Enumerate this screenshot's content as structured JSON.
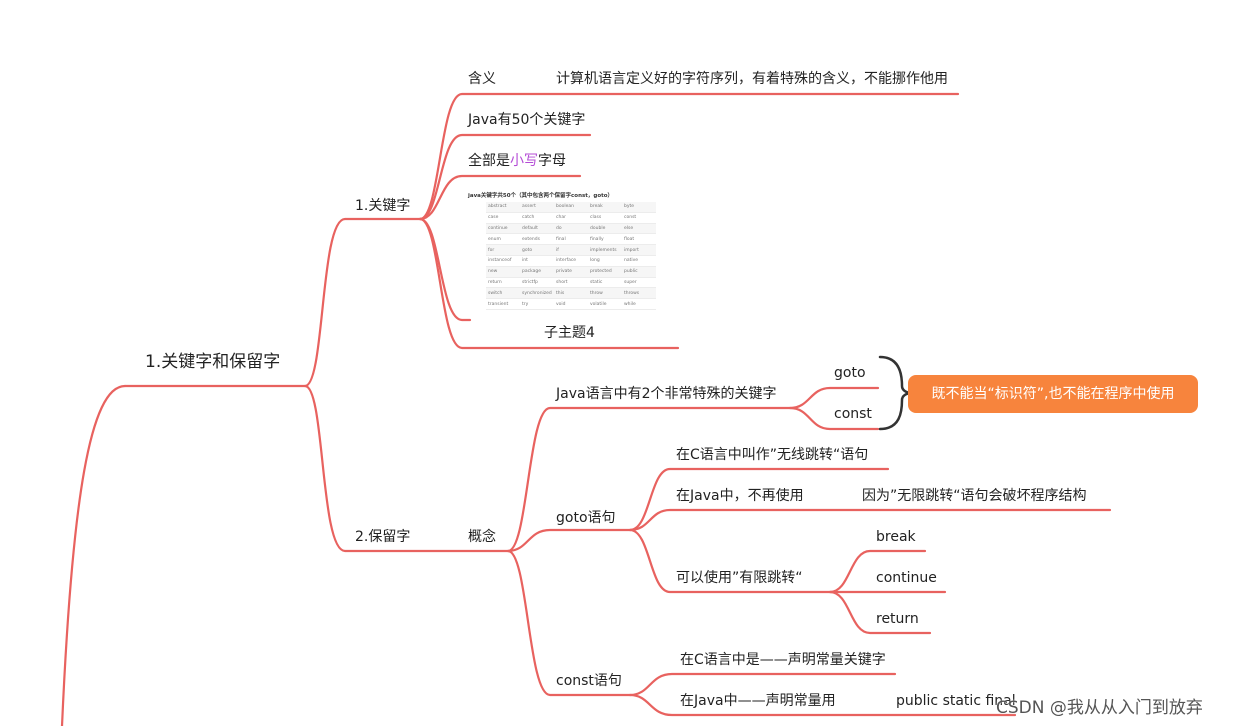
{
  "root": "1.关键字和保留字",
  "branch1": {
    "title": "1.关键字",
    "meaning_label": "含义",
    "meaning_text": "计算机语言定义好的字符序列，有着特殊的含义，不能挪作他用",
    "count": "Java有50个关键字",
    "lower_pre": "全部是",
    "lower_hl": "小写",
    "lower_post": "字母",
    "subtopic": "子主题4",
    "table": {
      "caption": "java关键字共50个（其中包含两个保留字const，goto）",
      "rows": [
        [
          "abstract",
          "assert",
          "boolean",
          "break",
          "byte"
        ],
        [
          "case",
          "catch",
          "char",
          "class",
          "const"
        ],
        [
          "continue",
          "default",
          "do",
          "double",
          "else"
        ],
        [
          "enum",
          "extends",
          "final",
          "finally",
          "float"
        ],
        [
          "for",
          "goto",
          "if",
          "implements",
          "import"
        ],
        [
          "instanceof",
          "int",
          "interface",
          "long",
          "native"
        ],
        [
          "new",
          "package",
          "private",
          "protected",
          "public"
        ],
        [
          "return",
          "strictfp",
          "short",
          "static",
          "super"
        ],
        [
          "switch",
          "synchronized",
          "this",
          "throw",
          "throws"
        ],
        [
          "transient",
          "try",
          "void",
          "volatile",
          "while"
        ]
      ]
    }
  },
  "branch2": {
    "title": "2.保留字",
    "concept": "概念",
    "special": "Java语言中有2个非常特殊的关键字",
    "goto": "goto",
    "const": "const",
    "callout": "既不能当“标识符”,也不能在程序中使用",
    "goto_stmt": {
      "title": "goto语句",
      "c_lang": "在C语言中叫作”无线跳转“语句",
      "java_label": "在Java中，不再使用",
      "java_reason": "因为”无限跳转“语句会破坏程序结构",
      "can_use": "可以使用”有限跳转“",
      "items": [
        "break",
        "continue",
        "return"
      ]
    },
    "const_stmt": {
      "title": "const语句",
      "c_lang": "在C语言中是——声明常量关键字",
      "java_label": "在Java中——声明常量用",
      "java_value": "public static final"
    }
  },
  "watermark": "CSDN @我从从入门到放弃",
  "colors": {
    "branch": "#e8625f",
    "callout": "#f7843d",
    "highlight": "#b44cd6",
    "brace": "#333333"
  }
}
